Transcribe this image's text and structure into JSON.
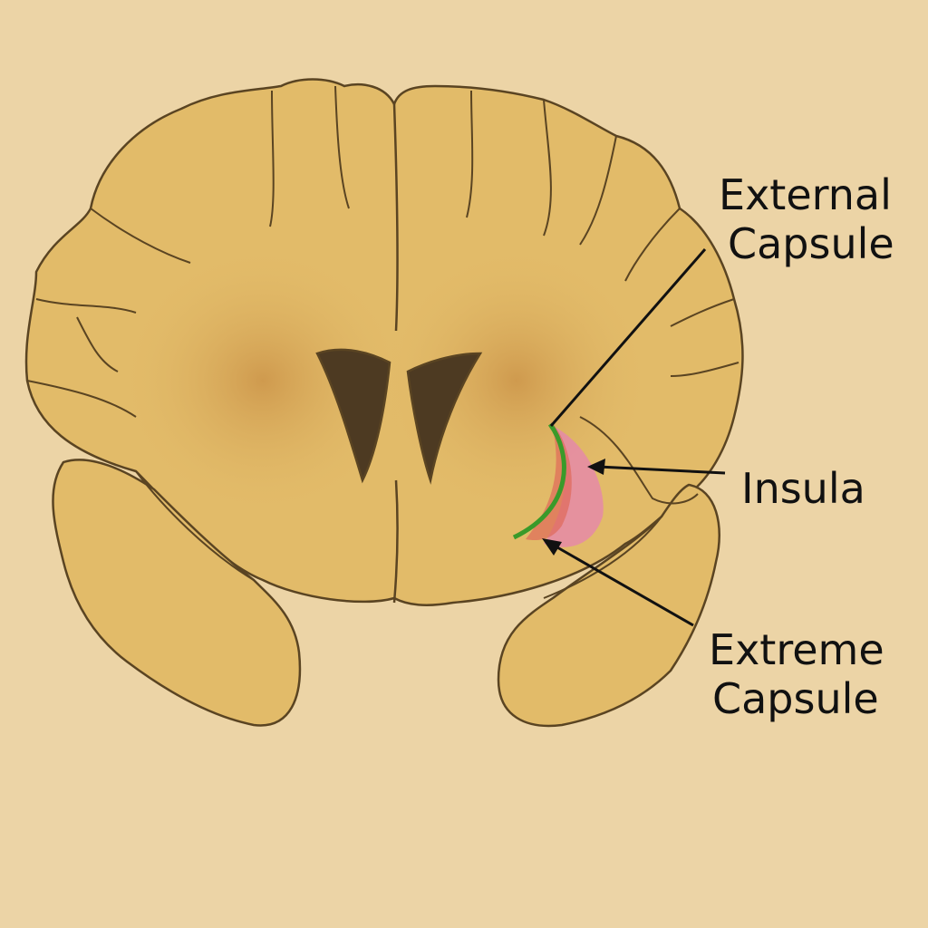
{
  "labels": {
    "external_capsule": [
      "External",
      "Capsule"
    ],
    "insula": "Insula",
    "extreme_capsule": [
      "Extreme",
      "Capsule"
    ]
  },
  "colors": {
    "background": "#ecd4a6",
    "brain": "#e2bb69",
    "white_matter": "#d9a75a",
    "outline": "#5a4422",
    "ventricle": "#4d3a22",
    "external_capsule": "#3a9a2a",
    "extreme_capsule": "#e06a5a",
    "insula": "#e58aa8"
  }
}
